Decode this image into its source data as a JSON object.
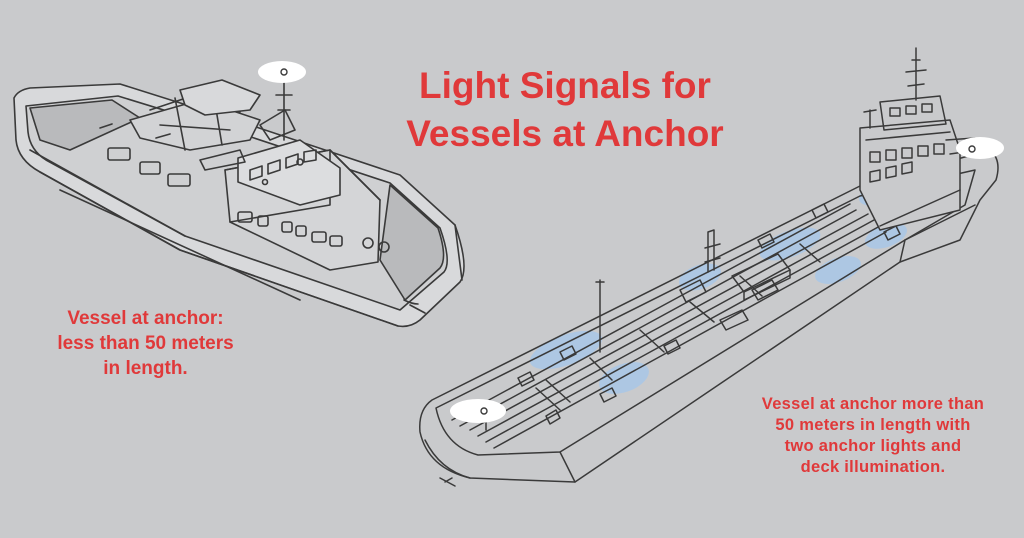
{
  "title": {
    "lines": [
      "Light Signals for",
      "Vessels at Anchor"
    ]
  },
  "captions": {
    "small_vessel": [
      "Vessel at anchor:",
      "less than 50 meters",
      "in length."
    ],
    "large_vessel": [
      "Vessel at anchor more than",
      "50 meters in length with",
      "two anchor lights and",
      "deck illumination."
    ]
  },
  "colors": {
    "background": "#c9cacc",
    "text": "#e0393a",
    "line_art": "#3a3a3a",
    "anchor_light": "#ffffff",
    "deck_light": "#a9c7e8"
  },
  "icons": [
    "small-boat-illustration",
    "tanker-illustration",
    "anchor-light-icon",
    "deck-illumination-icon"
  ]
}
